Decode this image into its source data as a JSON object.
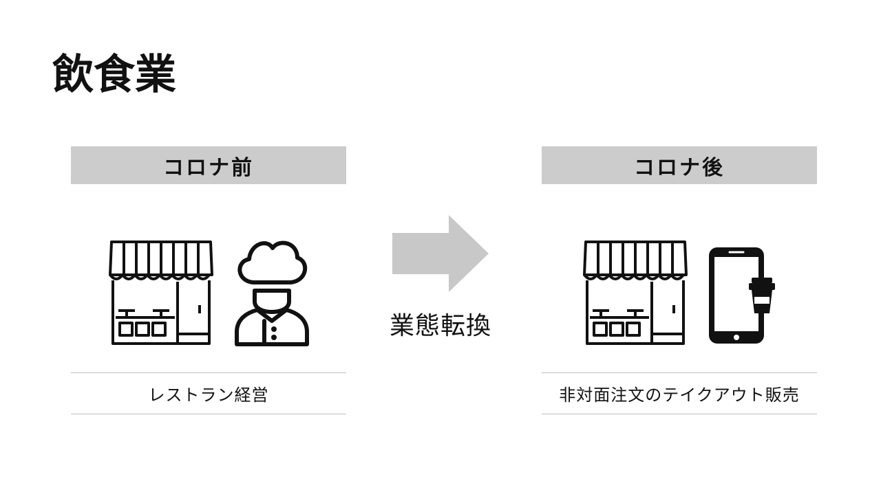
{
  "title": "飲食業",
  "before": {
    "header": "コロナ前",
    "caption": "レストラン経営",
    "icons": [
      "storefront-icon",
      "chef-icon"
    ]
  },
  "after": {
    "header": "コロナ後",
    "caption": "非対面注文のテイクアウト販売",
    "icons": [
      "storefront-icon",
      "smartphone-takeout-coffee-icon"
    ]
  },
  "transition": {
    "label": "業態転換",
    "icon": "right-arrow-icon"
  },
  "colors": {
    "header_band": "#cccccc",
    "arrow": "#c8c8c8",
    "divider": "#bdbdbd",
    "icon_stroke": "#111111"
  }
}
